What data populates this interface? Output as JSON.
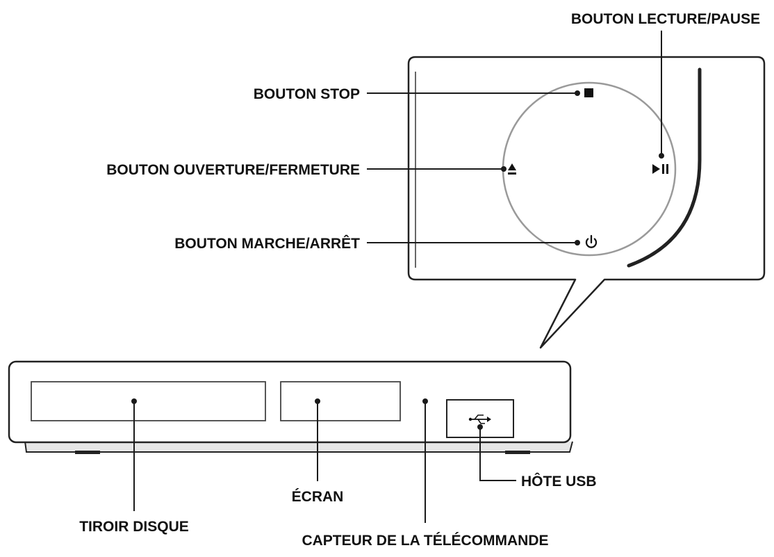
{
  "labels": {
    "play_pause": "BOUTON LECTURE/PAUSE",
    "stop": "BOUTON STOP",
    "open_close": "BOUTON OUVERTURE/FERMETURE",
    "power": "BOUTON MARCHE/ARRÊT",
    "usb_host": "HÔTE USB",
    "screen": "ÉCRAN",
    "disc_tray": "TIROIR DISQUE",
    "remote_sensor": "CAPTEUR DE LA TÉLÉCOMMANDE"
  },
  "icons": {
    "stop": "stop-icon",
    "eject": "eject-icon",
    "play_pause": "play-pause-icon",
    "power": "power-icon",
    "usb": "usb-icon"
  },
  "colors": {
    "line": "#1a1a1a",
    "outline": "#222222",
    "circle": "#9a9a9a"
  }
}
